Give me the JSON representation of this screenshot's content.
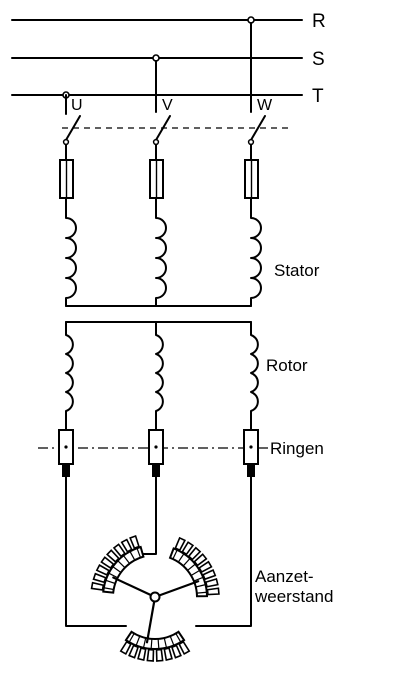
{
  "diagram": {
    "lines": [
      {
        "id": "R",
        "label": "R"
      },
      {
        "id": "S",
        "label": "S"
      },
      {
        "id": "T",
        "label": "T"
      }
    ],
    "phases": [
      {
        "id": "U",
        "label": "U"
      },
      {
        "id": "V",
        "label": "V"
      },
      {
        "id": "W",
        "label": "W"
      }
    ],
    "labels": {
      "stator": "Stator",
      "rotor": "Rotor",
      "rings": "Ringen",
      "starter_line1": "Aanzet-",
      "starter_line2": "weerstand"
    },
    "colors": {
      "ink": "#000000",
      "background": "#ffffff"
    }
  }
}
